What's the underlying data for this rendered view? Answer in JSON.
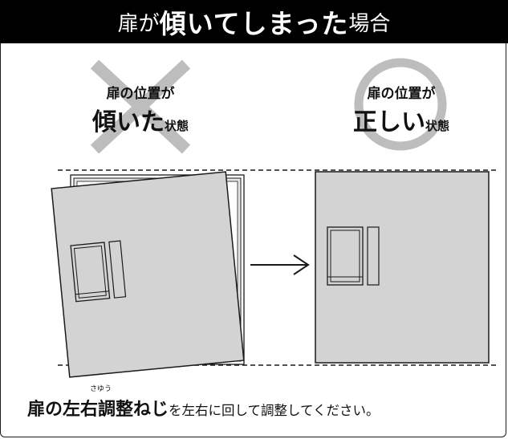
{
  "header": {
    "part1": "扉が",
    "part2": "傾いてしまった",
    "part3": "場合"
  },
  "bad_state": {
    "line1": "扉の位置が",
    "line2_big": "傾いた",
    "line2_small": "状態",
    "mark": "cross-mark"
  },
  "good_state": {
    "line1": "扉の位置が",
    "line2_big": "正しい",
    "line2_small": "状態",
    "mark": "circle-mark"
  },
  "caption": {
    "ruby": "さゆう",
    "bold": "扉の左右調整ねじ",
    "rest": "を左右に回して調整してください。"
  },
  "colors": {
    "header_bg": "#000000",
    "header_text": "#ffffff",
    "door_fill": "#d3d3d3",
    "mark_gray": "#bdbdbd",
    "line": "#1a1a1a"
  },
  "icons": [
    "cross-mark",
    "circle-mark",
    "arrow-right-icon"
  ]
}
